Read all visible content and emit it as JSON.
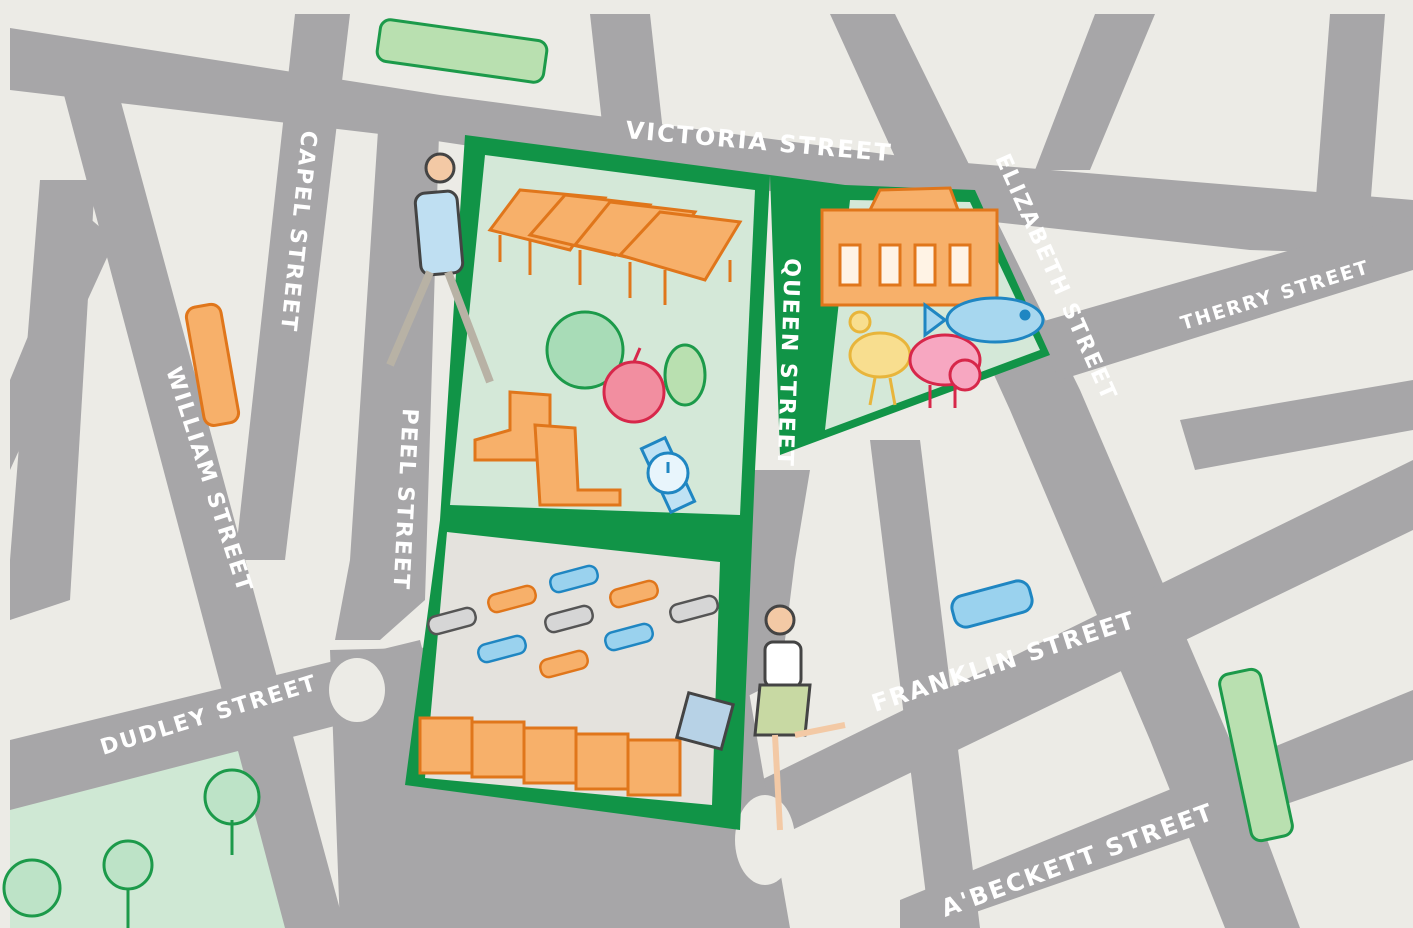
{
  "colors": {
    "background": "#ecebe6",
    "road": "#a7a6a8",
    "market_border": "#119447",
    "market_fill": "#d4e8d8",
    "carpark_fill": "#e4e2dd",
    "park": "#cfe8d4",
    "orange": "#f39a3c",
    "green": "#1c9a4a",
    "blue": "#3aa6d8",
    "pink": "#ea4c89"
  },
  "streets": {
    "victoria": "VICTORIA STREET",
    "elizabeth": "ELIZABETH STREET",
    "therry": "THERRY STREET",
    "queen": "QUEEN STREET",
    "capel": "CAPEL STREET",
    "william": "WILLIAM STREET",
    "peel": "PEEL STREET",
    "dudley": "DUDLEY STREET",
    "franklin": "FRANKLIN STREET",
    "abeckett": "A'BECKETT STREET"
  },
  "illustrations": {
    "shed_roofs": "market-shed-icon",
    "heritage_building": "heritage-building-icon",
    "produce": "fruit-vegetable-icon",
    "boots": "boots-icon",
    "watch": "watch-icon",
    "poultry": "rooster-icon",
    "pig": "pig-icon",
    "fish": "fish-icon",
    "tram": "tram-icon",
    "car": "car-icon",
    "people": "walking-person-icon",
    "trees": "tree-icon"
  }
}
